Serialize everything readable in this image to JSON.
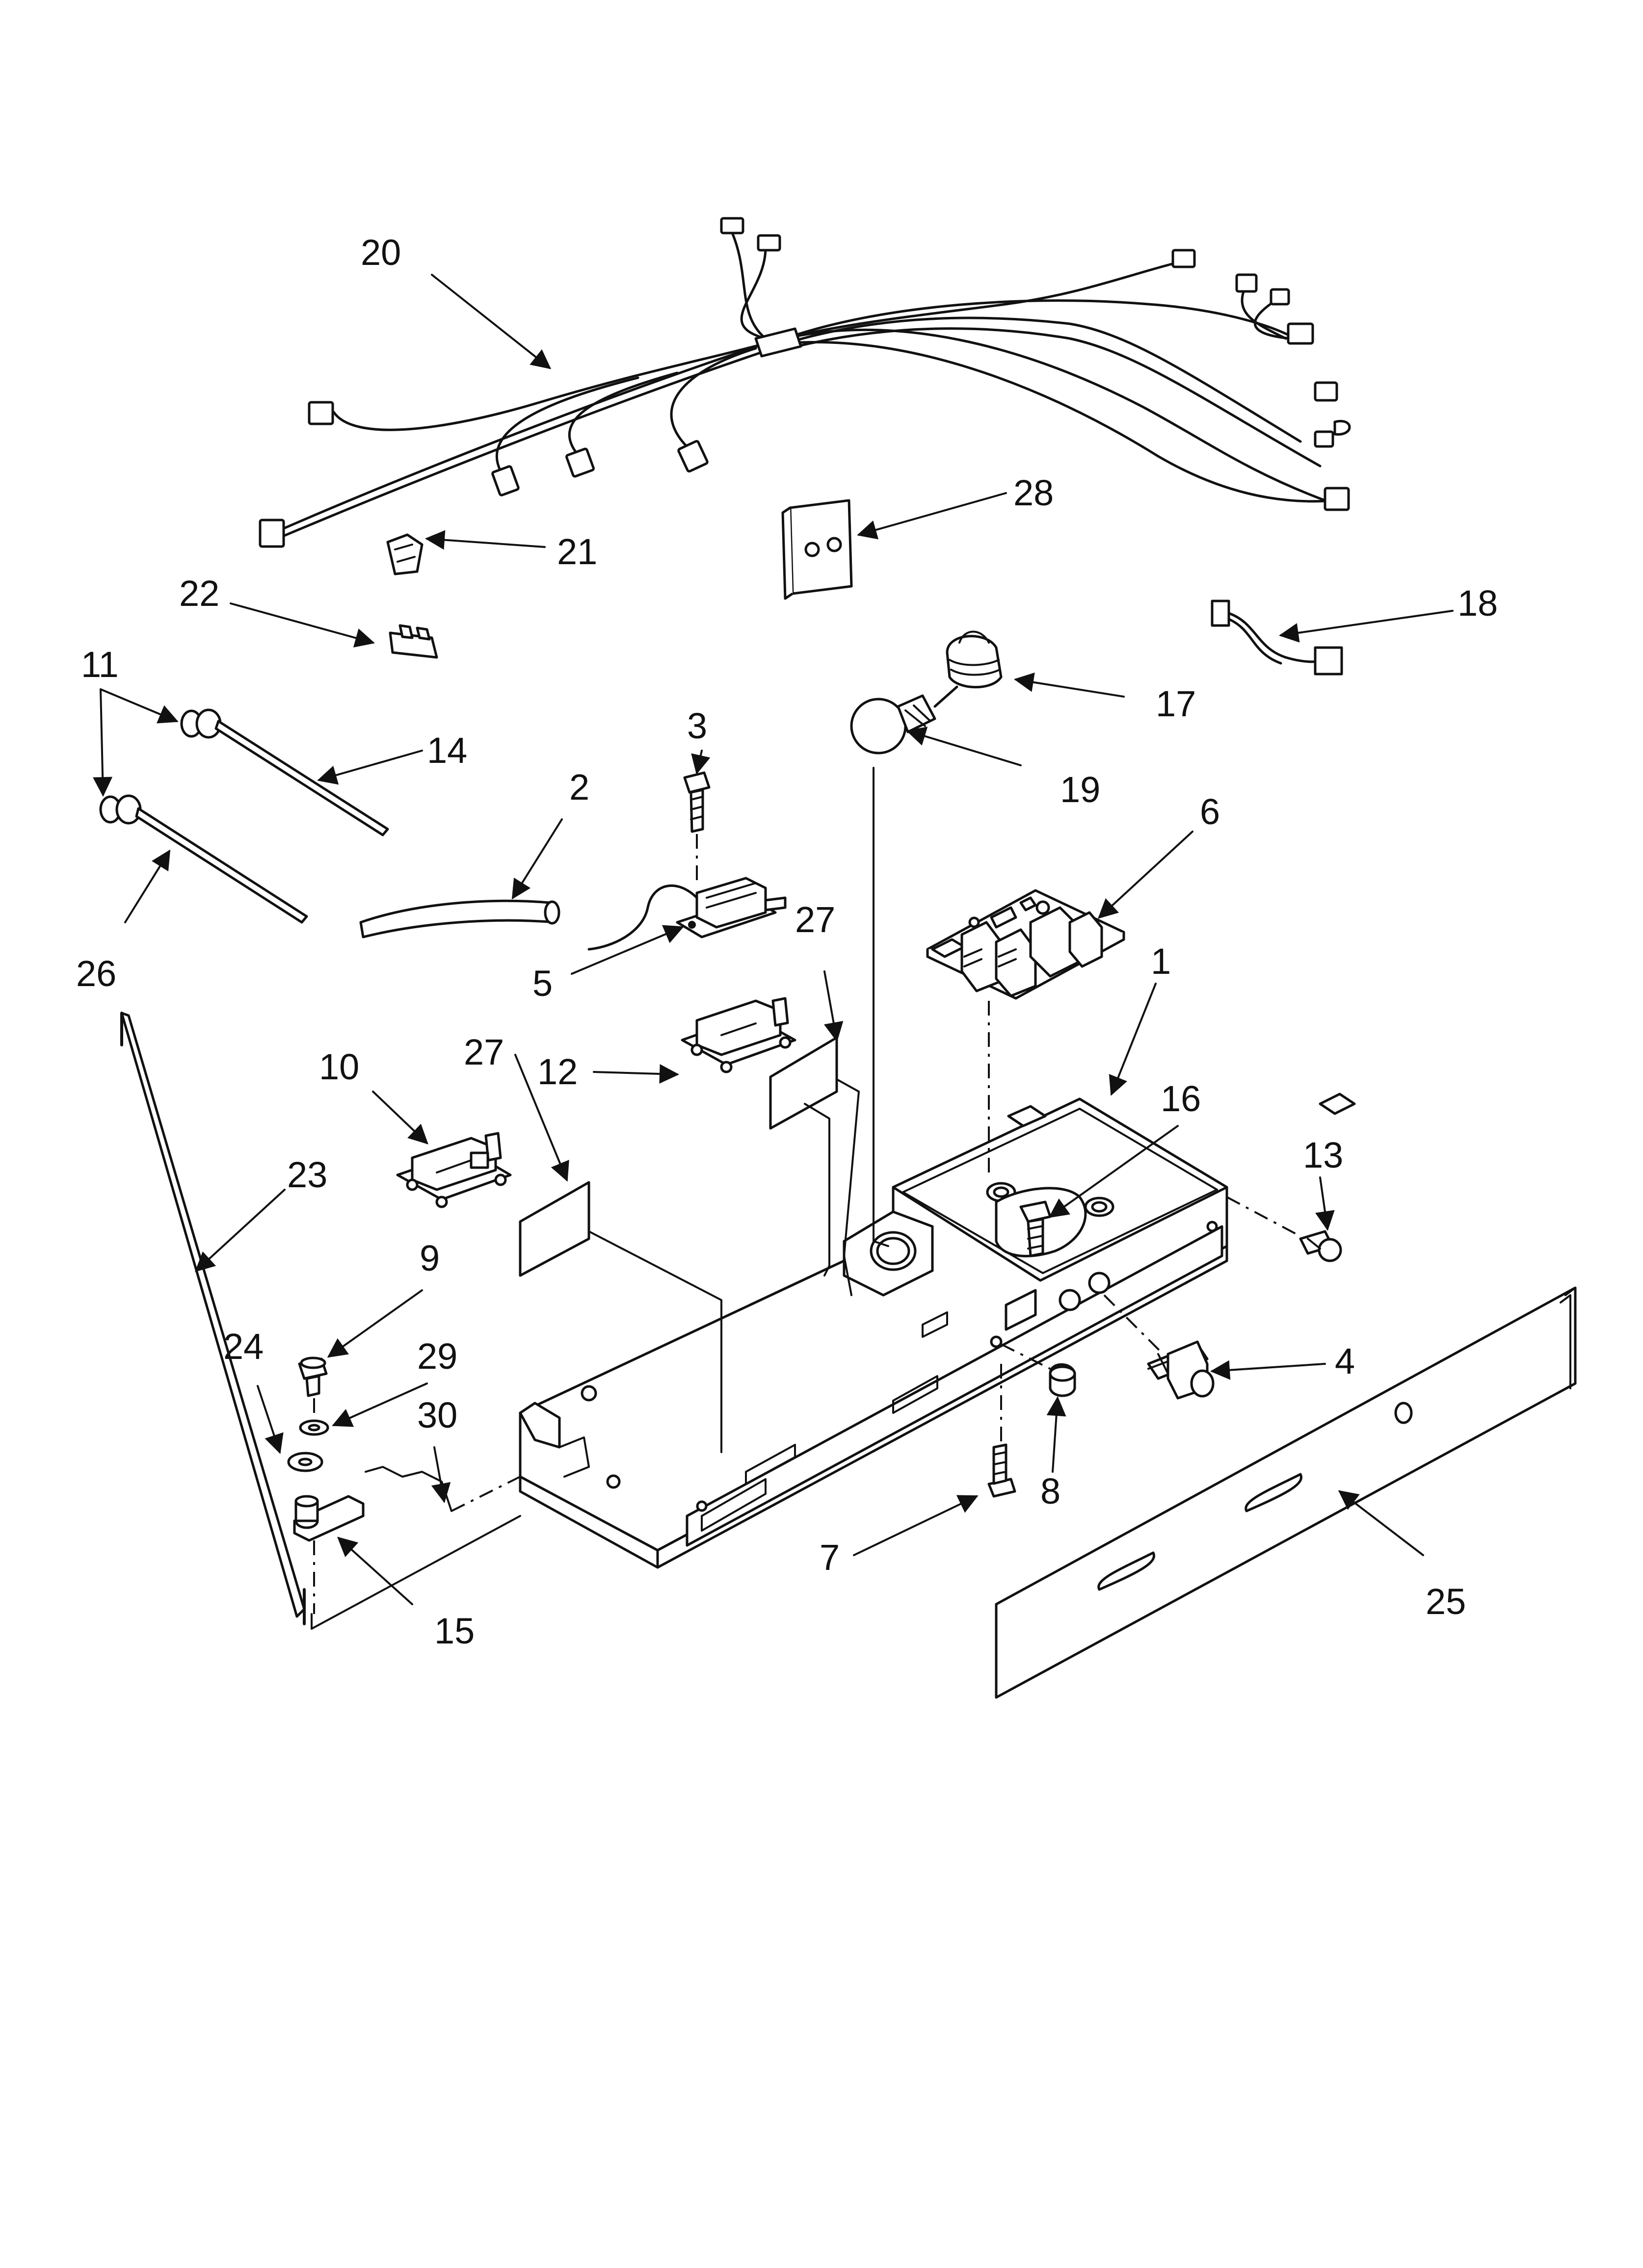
{
  "callouts": {
    "c1": "1",
    "c2": "2",
    "c3": "3",
    "c4": "4",
    "c5": "5",
    "c6": "6",
    "c7": "7",
    "c8": "8",
    "c9": "9",
    "c10": "10",
    "c11": "11",
    "c12": "12",
    "c13": "13",
    "c14": "14",
    "c15": "15",
    "c16": "16",
    "c17": "17",
    "c18": "18",
    "c19": "19",
    "c20": "20",
    "c21": "21",
    "c22": "22",
    "c23": "23",
    "c24": "24",
    "c25": "25",
    "c26": "26",
    "c27a": "27",
    "c27b": "27",
    "c28": "28",
    "c29": "29",
    "c30": "30"
  }
}
